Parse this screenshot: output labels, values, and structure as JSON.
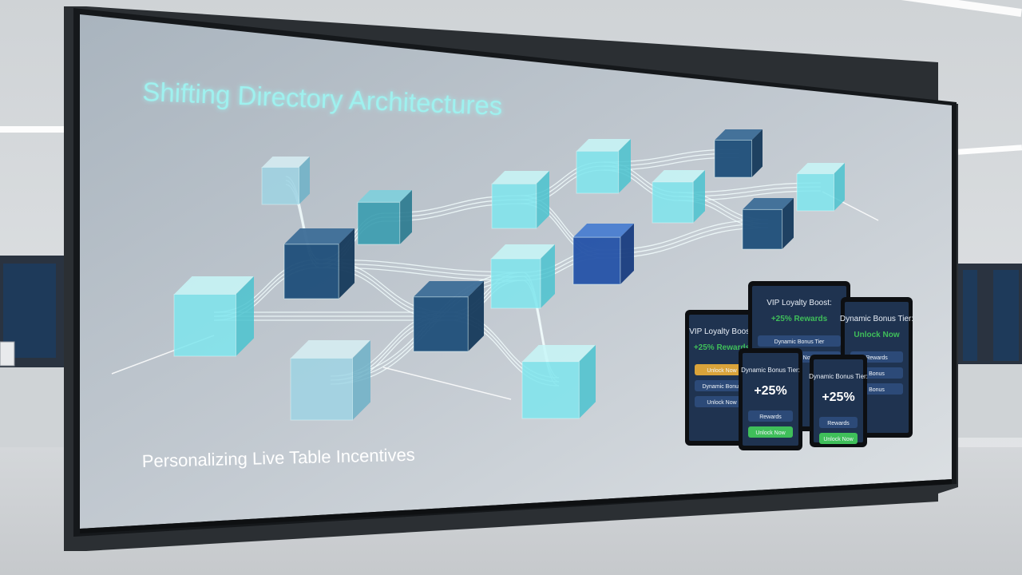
{
  "display": {
    "title": "Shifting Directory Architectures",
    "subtitle": "Personalizing Live Table Incentives"
  },
  "tablets": [
    {
      "heading": "VIP Loyalty Boost:",
      "value": "+25% Rewards",
      "rows": [
        "Unlock Now",
        "Dynamic Bonus",
        "Unlock Now"
      ]
    },
    {
      "heading": "VIP Loyalty Boost:",
      "value": "+25% Rewards",
      "rows": [
        "Dynamic Bonus Tier",
        "Unlock Now"
      ]
    },
    {
      "heading": "Dynamic Bonus Tier:",
      "value": "Unlock Now",
      "rows": [
        "Rewards",
        "Bonus",
        "Bonus"
      ]
    },
    {
      "heading": "Dynamic Bonus Tier:",
      "value": "+25%",
      "rows": [
        "Rewards",
        "Unlock Now"
      ]
    },
    {
      "heading": "Dynamic Bonus Tier:",
      "value": "+25%",
      "rows": [
        "Rewards",
        "Unlock Now"
      ]
    }
  ],
  "colors": {
    "screen_top": "#b7c0c8",
    "screen_bottom": "#d5dade",
    "cube_light": "#7fe6ee",
    "cube_teal": "#3a9db0",
    "cube_dark": "#1f4f7a",
    "accent_green": "#3fbf5a",
    "accent_gold": "#d9a33a"
  }
}
